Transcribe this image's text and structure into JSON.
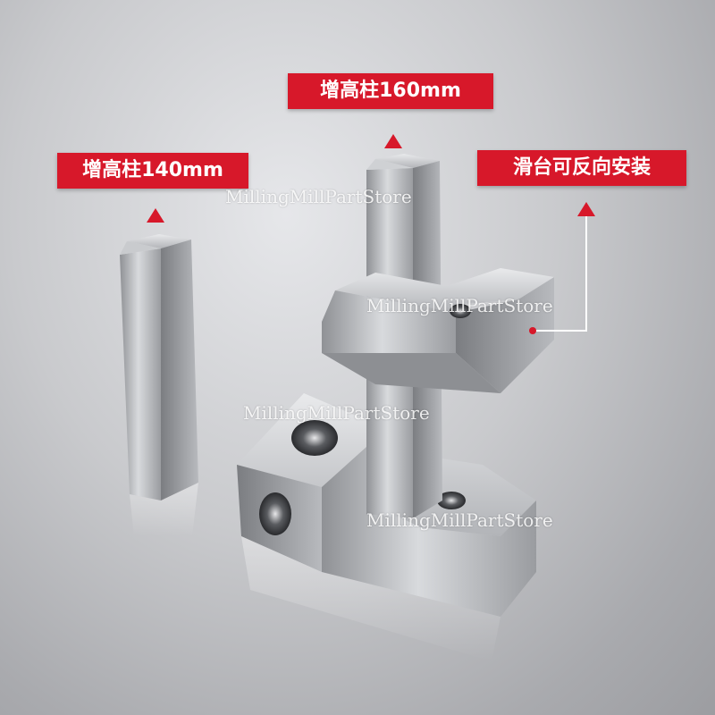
{
  "labels": {
    "riser_140": "增高柱140mm",
    "riser_160": "增高柱160mm",
    "slide_reversible": "滑台可反向安装"
  },
  "watermarks": [
    "MillingMillPartStore",
    "MillingMillPartStore",
    "MillingMillPartStore",
    "MillingMillPartStore"
  ],
  "colors": {
    "label_red": "#d7182a",
    "steel_light": "#d9dbde",
    "steel_dark": "#6e7074"
  }
}
